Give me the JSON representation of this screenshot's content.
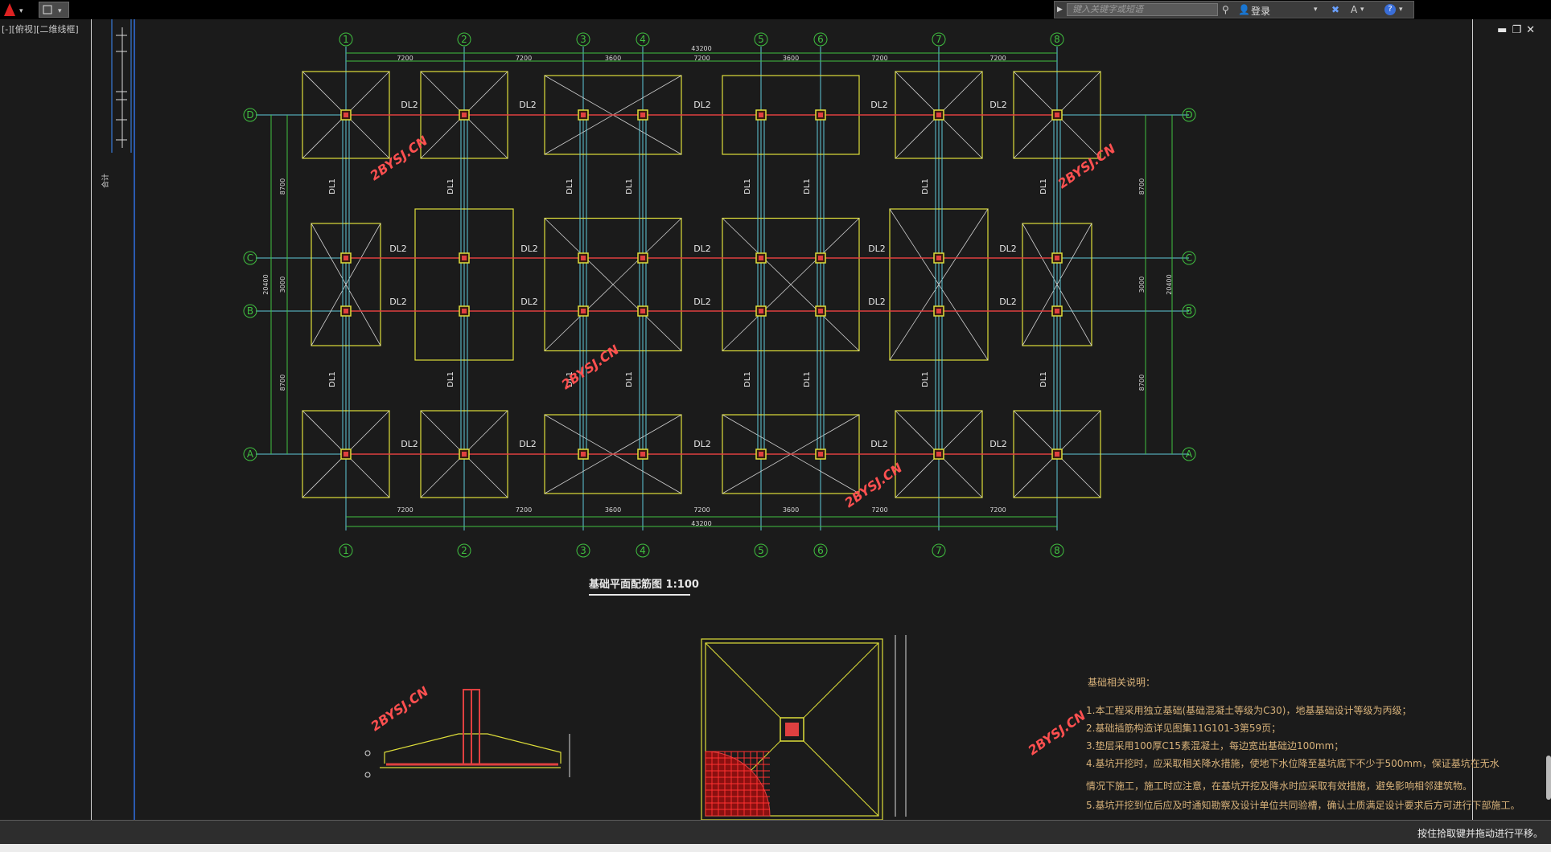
{
  "app": {
    "viewport_label": "[-][俯视][二维线框]"
  },
  "toolbar": {
    "search_placeholder": "键入关键字或短语",
    "login_label": "登录"
  },
  "window_controls": {
    "minimize": "▬",
    "restore": "❐",
    "close": "✕"
  },
  "status": {
    "hint": "按住拾取键并拖动进行平移。"
  },
  "colors": {
    "background": "#1b1b1b",
    "grid_axis": "#40c040",
    "footing": "#dede3a",
    "beam_line": "#5fc8d8",
    "tie_beam_red": "#e04040",
    "dimension": "#d8d8d8",
    "watermark": "#ff5050",
    "notes": "#d8b27a"
  },
  "plan": {
    "title": "基础平面配筋图  1:100",
    "column_labels": [
      "1",
      "2",
      "3",
      "4",
      "5",
      "6",
      "7",
      "8"
    ],
    "row_labels": [
      "D",
      "C",
      "B",
      "A"
    ],
    "dim_top": [
      "7200",
      "7200",
      "3600",
      "7200",
      "3600",
      "7200",
      "7200"
    ],
    "dim_top_total": "43200",
    "dim_bottom": [
      "7200",
      "7200",
      "3600",
      "7200",
      "3600",
      "7200",
      "7200"
    ],
    "dim_bottom_total": "43200",
    "dim_left": [
      "8700",
      "3000",
      "8700"
    ],
    "dim_left_total": "20400",
    "dim_right": [
      "8700",
      "3000",
      "8700"
    ],
    "dim_right_total": "20400",
    "beam_labels": {
      "horizontal": "DL2",
      "vertical": "DL1"
    },
    "watermark": "2BYSJ.CN"
  },
  "notes": {
    "title": "基础相关说明：",
    "items": [
      "1.本工程采用独立基础(基础混凝土等级为C30)，地基基础设计等级为丙级；",
      "2.基础插筋构造详见图集11G101-3第59页；",
      "3.垫层采用100厚C15素混凝土，每边宽出基础边100mm；",
      "4.基坑开挖时，应采取相关降水措施，使地下水位降至基坑底下不少于500mm，保证基坑在无水",
      "   情况下施工，施工时应注意，在基坑开挖及降水时应采取有效措施，避免影响相邻建筑物。",
      "5.基坑开挖到位后应及时通知勘察及设计单位共同验槽，确认土质满足设计要求后方可进行下部施工。"
    ]
  }
}
